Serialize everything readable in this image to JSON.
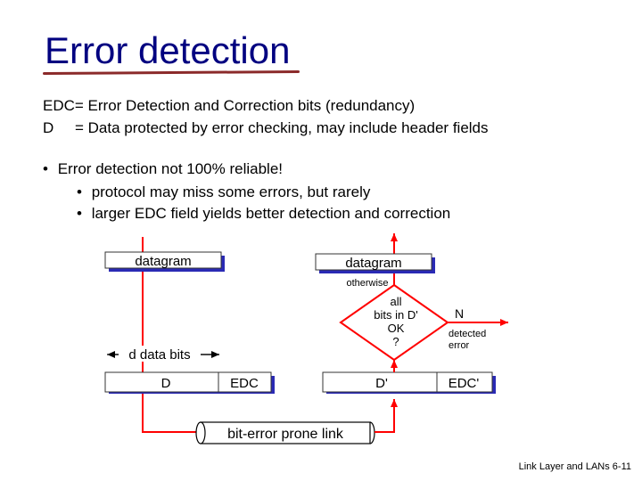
{
  "slide": {
    "title": "Error detection",
    "definitions": [
      {
        "label": "EDC",
        "text": "= Error Detection and Correction bits (redundancy)"
      },
      {
        "label": "D",
        "text": "= Data protected by error checking, may include header fields"
      }
    ],
    "bullets": [
      {
        "level": 1,
        "text": "Error detection not 100% reliable!"
      },
      {
        "level": 2,
        "text": "protocol may miss some errors, but rarely"
      },
      {
        "level": 2,
        "text": "larger EDC field yields better detection and correction"
      }
    ],
    "footer": "Link Layer and LANs 6-11"
  },
  "diagram": {
    "sender": {
      "datagram_label": "datagram",
      "d_bits_label": "d data bits",
      "d_label": "D",
      "edc_label": "EDC"
    },
    "receiver": {
      "datagram_label": "datagram",
      "d_label": "D'",
      "edc_label": "EDC'"
    },
    "decision": {
      "question_lines": [
        "all",
        "bits in D'",
        "OK",
        "?"
      ],
      "no_label": "N",
      "no_result_lines": [
        "detected",
        "error"
      ],
      "otherwise_label": "otherwise"
    },
    "link_label": "bit-error prone link",
    "colors": {
      "title": "#000080",
      "title_underline": "#8b2a2a",
      "arrows": "#ff0000",
      "box_shadow": "#2a2ab5",
      "box_fill": "#ffffff"
    }
  }
}
